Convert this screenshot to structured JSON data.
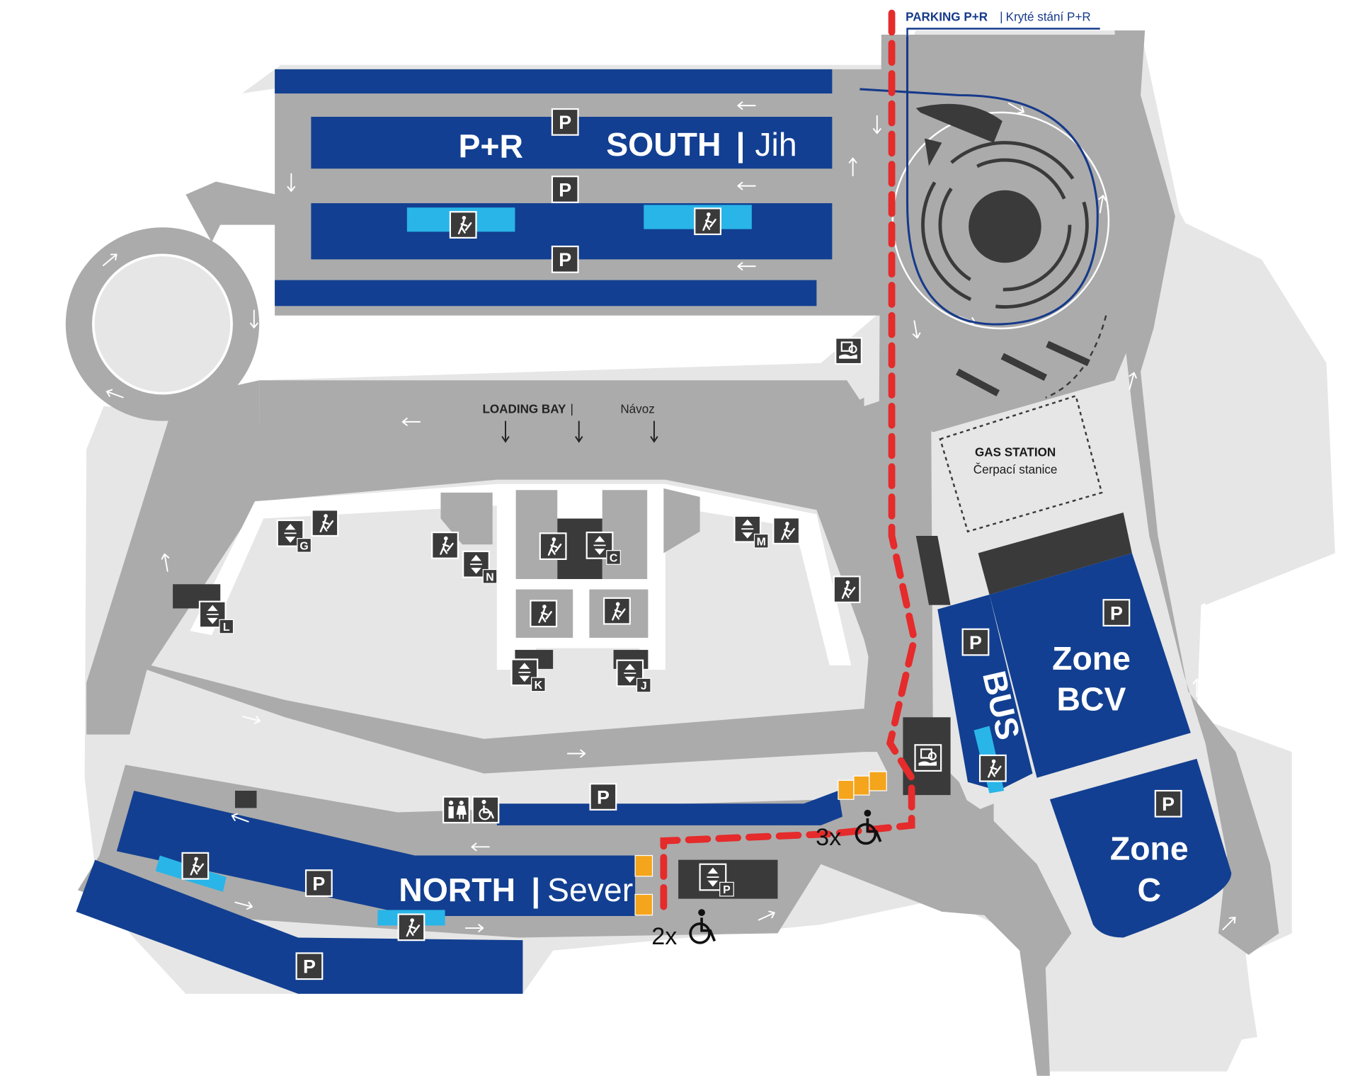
{
  "parking_route": {
    "title": "PARKING P+R",
    "subtitle": "Kryté stání P+R"
  },
  "zones": {
    "south": {
      "pr": "P+R",
      "name": "SOUTH",
      "local": "Jih"
    },
    "north": {
      "name": "NORTH",
      "local": "Sever"
    },
    "bcv": {
      "line1": "Zone",
      "line2": "BCV"
    },
    "c": {
      "line1": "Zone",
      "line2": "C"
    },
    "bus": "BUS"
  },
  "loading_bay": {
    "label": "LOADING BAY",
    "local": "Návoz"
  },
  "gas_station": {
    "label": "GAS STATION",
    "local": "Čerpací stanice"
  },
  "disabled_spots": {
    "north_side": "3x",
    "south_side": "2x"
  },
  "parking_symbol": "P",
  "elevators": [
    "G",
    "N",
    "C",
    "M",
    "L",
    "K",
    "J",
    "P"
  ],
  "colors": {
    "dark_blue": "#123f91",
    "light_blue": "#29b5e8",
    "road_gray": "#ababab",
    "area_gray": "#e6e6e6",
    "route_red": "#e52b2b",
    "route_blue": "#163a8a",
    "disabled_orange": "#f4a51c",
    "icon_dark": "#3a3a3a"
  },
  "icons": [
    "parking-icon",
    "escalator-icon",
    "elevator-icon",
    "payment-machine-icon",
    "toilets-icon",
    "wheelchair-icon",
    "direction-arrow-icon"
  ]
}
